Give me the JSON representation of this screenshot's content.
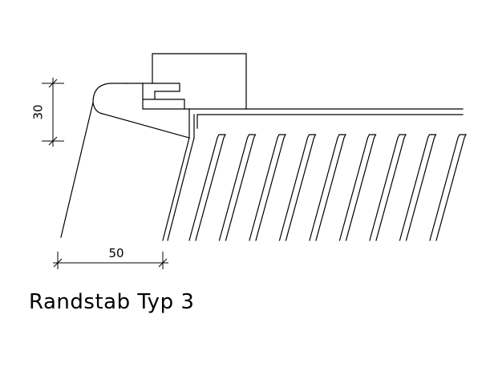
{
  "drawing": {
    "caption": "Randstab Typ 3",
    "dimensions": {
      "height_label": "30",
      "width_label": "50"
    },
    "slat_count": 9,
    "line_color": "#000000",
    "background": "#ffffff"
  }
}
